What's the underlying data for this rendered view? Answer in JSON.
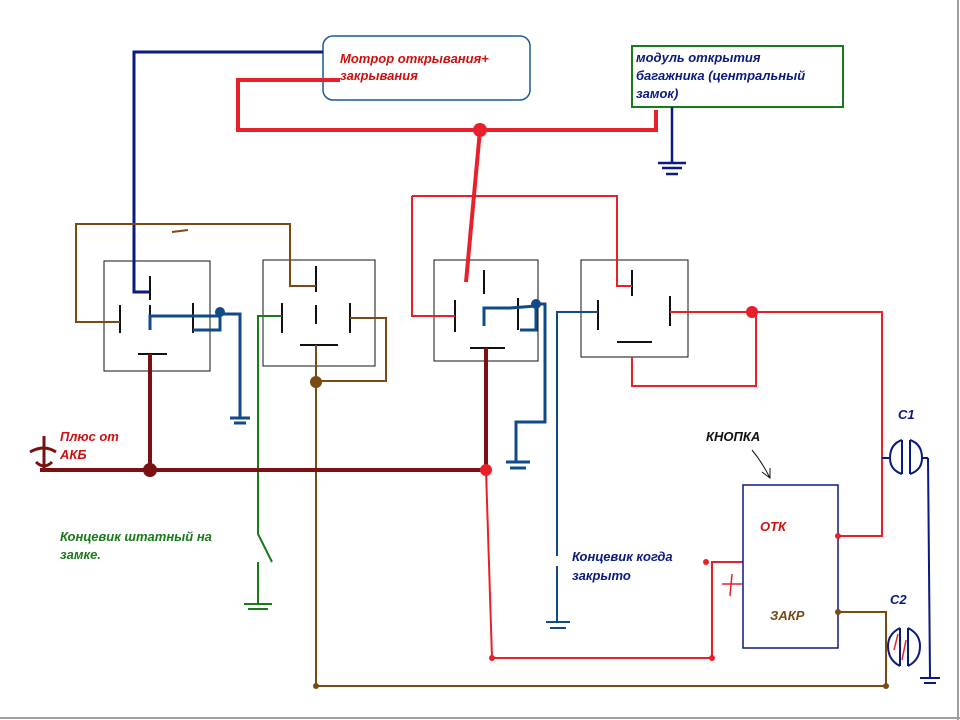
{
  "colors": {
    "red": "#e8202a",
    "navy": "#0a1a80",
    "blue": "#114a88",
    "brown": "#7a4a14",
    "maroon": "#7a1010",
    "green": "#1a7a1a",
    "black": "#111111",
    "label_red": "#d01010",
    "label_navy": "#0a1a80",
    "label_green": "#1a7a1a"
  },
  "labels": {
    "motor": "Мотрор открывания+ закрывания",
    "module_line1": "модуль открытия",
    "module_line2": "багажника (центральный",
    "module_line3": "замок)",
    "plus_line1": "Плюс от",
    "plus_line2": "АКБ",
    "limit_std_line1": "Концевик штатный на",
    "limit_std_line2": "замке.",
    "limit_closed_line1": "Концевик когда",
    "limit_closed_line2": "закрыто",
    "button": "КНОПКА",
    "open": "ОТК",
    "close": "ЗАКР",
    "c1": "С1",
    "c2": "С2"
  }
}
